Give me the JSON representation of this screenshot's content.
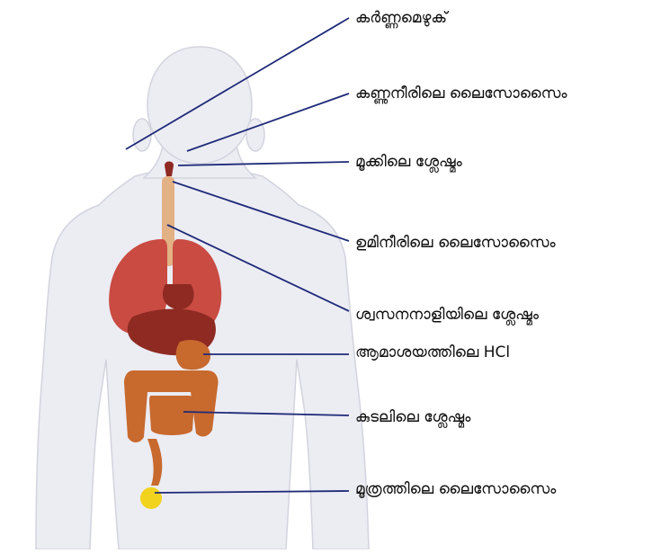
{
  "diagram": {
    "colors": {
      "leader_line": "#1e2a78",
      "body": "#ececf3",
      "body_edge": "#d3d3de",
      "lung": "#c94b42",
      "organ_dark": "#8e2a22",
      "intestine": "#c8692e",
      "trachea": "#e2b184",
      "bladder": "#f1d21c"
    },
    "labels": [
      {
        "id": "ear-wax",
        "text": "കർണ്ണമെഴുക്"
      },
      {
        "id": "tears-lysozyme",
        "text": "കണ്ണുനീരിലെ ലൈസോസൈം"
      },
      {
        "id": "nasal-mucus",
        "text": "മൂക്കിലെ ശ്ലേഷ്മം"
      },
      {
        "id": "saliva-lysozyme",
        "text": "ഉമിനീരിലെ ലൈസോസൈം"
      },
      {
        "id": "trachea-mucus",
        "text": "ശ്വസനനാളിയിലെ ശ്ലേഷ്മം"
      },
      {
        "id": "stomach-hcl",
        "text": "ആമാശയത്തിലെ HCl"
      },
      {
        "id": "intestine-mucus",
        "text": "കുടലിലെ ശ്ലേഷ്മം"
      },
      {
        "id": "urine-lysozyme",
        "text": "മൂത്രത്തിലെ ലൈസോസൈം"
      }
    ]
  }
}
